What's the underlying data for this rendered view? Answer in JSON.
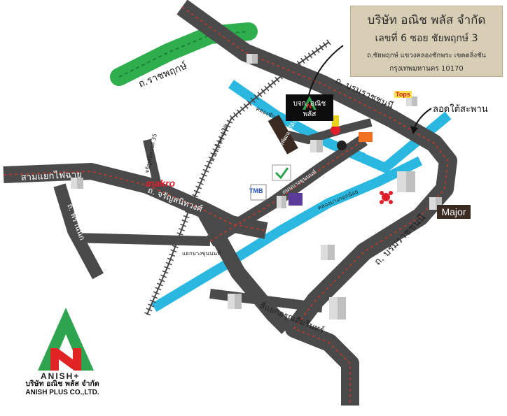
{
  "address": {
    "company_name": "บริษัท อณิช พลัส จำกัด",
    "street_line": "เลขที่ 6 ซอย ชัยพฤกษ์ 3",
    "district_line": "ถ.ชัยพฤกษ์ แขวงคลองชักพระ เขตตลิ่งชัน",
    "city_line": "กรุงเทพมหานคร 10170"
  },
  "roads": {
    "ratchaphruek": "ถ.ราชพฤกษ์",
    "borommaratchachonnani_top": "ถ. บรมราชชนนี",
    "borommaratchachonnani_right": "ถ. บรมราชชนนี",
    "charansanitwong": "ถ. จรัญสนิทวงศ์",
    "charansanitwong_35": "จรัญสนิทวงศ์ 35",
    "bang_phrom_rail": "ทางรถไฟสายใต้",
    "sam_yaek_fai_chai": "สามแยกไฟฉาย",
    "phran_nok": "ถ. พรานนก",
    "bang_khun_non": "แยกบางขุนนนท์",
    "soi_bang_khun_non": "ถนนบางขุนนนท์",
    "siyaek_arun": "สี่แยกอรุณอัมรินทร์",
    "krom_rong": "กรมพัฒนาที่ดิน"
  },
  "canals": {
    "khlong_chak_phra": "คลองชักพระ",
    "khlong_bang_kok_noi": "คลองบางกอกน้อย"
  },
  "landmarks": {
    "tops": "Tops",
    "makro": "makro",
    "tmb": "TMB",
    "major": "Major",
    "underpass": "ลอดใต้สะพาน",
    "shop_sign": "บจก. อณิช พลัส"
  },
  "company": {
    "logo_letters": "AN",
    "brand": "ANISH+",
    "name_th": "บริษัท อณิช พลัส จำกัด",
    "name_en": "ANISH PLUS CO.,LTD."
  },
  "colors": {
    "road": "#4a4a4a",
    "road_dash": "#c0392b",
    "canal": "#2bb8e0",
    "flyover": "#2fae4e",
    "logo_green": "#2ea44f",
    "logo_red": "#e02424",
    "address_box": "#d8ceb6"
  }
}
